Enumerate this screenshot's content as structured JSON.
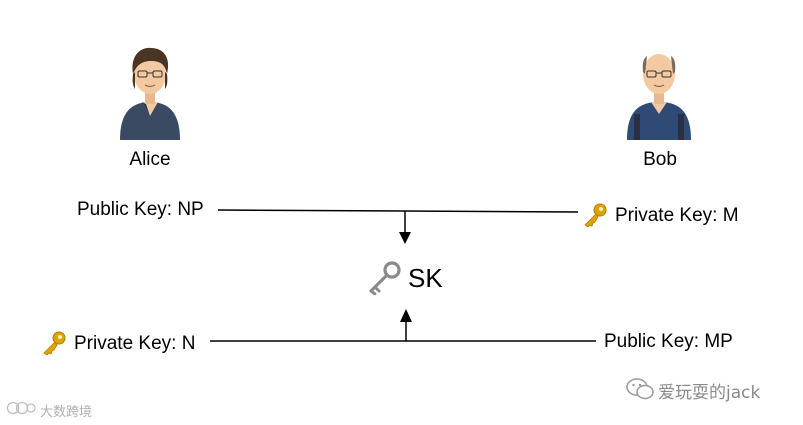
{
  "alice": {
    "name": "Alice",
    "public_key_label": "Public Key: NP",
    "private_key_label": "Private Key: N"
  },
  "bob": {
    "name": "Bob",
    "private_key_label": "Private Key: M",
    "public_key_label": "Public Key: MP"
  },
  "shared_key": {
    "label": "SK"
  },
  "watermarks": {
    "right": "爱玩耍的jack",
    "left": "大数跨境"
  },
  "colors": {
    "key_gold": "#e0a400",
    "shirt_alice": "#3a4a63",
    "shirt_bob": "#2f4a74",
    "skin": "#f2c9a0"
  },
  "icons": [
    "alice-avatar-icon",
    "bob-avatar-icon",
    "gold-key-icon",
    "skeleton-key-icon",
    "wechat-icon"
  ]
}
